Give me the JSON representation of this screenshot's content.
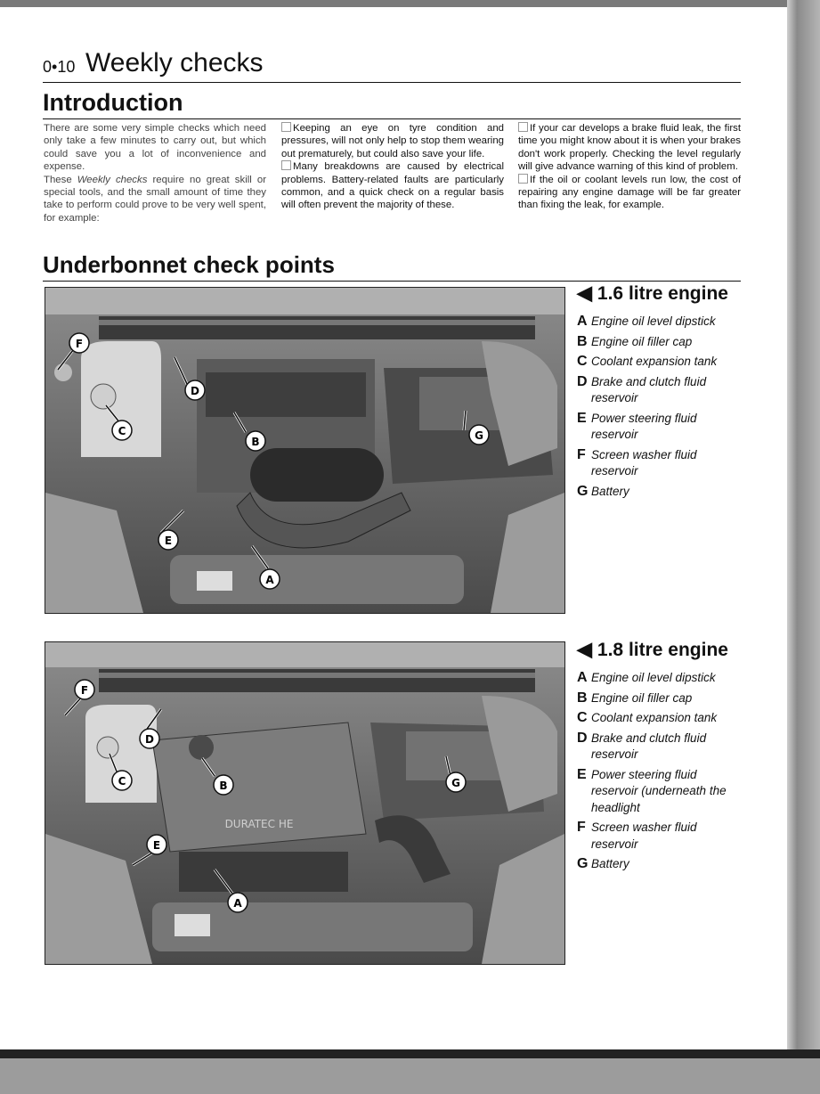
{
  "header": {
    "page_num": "0•10",
    "title": "Weekly checks"
  },
  "intro": {
    "heading": "Introduction",
    "col1": [
      "There are some very simple checks which need only take a few minutes to carry out, but which could save you a lot of inconvenience and expense.",
      "require no great skill or special tools, and the small amount of time they take to perform could prove to be very well spent, for example:"
    ],
    "col1_lead": "These ",
    "col1_italic": "Weekly checks",
    "col2": [
      "Keeping an eye on tyre condition and pressures, will not only help to stop them wearing out prematurely, but could also save your life.",
      "Many breakdowns are caused by electrical problems. Battery-related faults are particularly common, and a quick check on a regular basis will often prevent the majority of these."
    ],
    "col3": [
      "If your car develops a brake fluid leak, the first time you might know about it is when your brakes don't work properly. Checking the level regularly will give advance warning of this kind of problem.",
      "If the oil or coolant levels run low, the cost of repairing any engine damage will be far greater than fixing the leak, for example."
    ]
  },
  "underbonnet": {
    "heading": "Underbonnet check points"
  },
  "engine1": {
    "title": "1.6 litre engine",
    "items": [
      {
        "letter": "A",
        "text": "Engine oil level dipstick"
      },
      {
        "letter": "B",
        "text": "Engine oil filler cap"
      },
      {
        "letter": "C",
        "text": "Coolant expansion tank"
      },
      {
        "letter": "D",
        "text": "Brake and clutch fluid reservoir"
      },
      {
        "letter": "E",
        "text": "Power steering fluid reservoir"
      },
      {
        "letter": "F",
        "text": "Screen washer fluid reservoir"
      },
      {
        "letter": "G",
        "text": "Battery"
      }
    ]
  },
  "engine2": {
    "title": "1.8 litre engine",
    "items": [
      {
        "letter": "A",
        "text": "Engine oil level dipstick"
      },
      {
        "letter": "B",
        "text": "Engine oil filler cap"
      },
      {
        "letter": "C",
        "text": "Coolant expansion tank"
      },
      {
        "letter": "D",
        "text": "Brake and clutch fluid reservoir"
      },
      {
        "letter": "E",
        "text": "Power steering fluid reservoir (underneath the headlight"
      },
      {
        "letter": "F",
        "text": "Screen washer fluid reservoir"
      },
      {
        "letter": "G",
        "text": "Battery"
      }
    ],
    "cover_text": "DURATEC HE"
  },
  "callouts": {
    "A": "A",
    "B": "B",
    "C": "C",
    "D": "D",
    "E": "E",
    "F": "F",
    "G": "G"
  },
  "icons": {
    "pointer": "left-triangle-icon"
  }
}
